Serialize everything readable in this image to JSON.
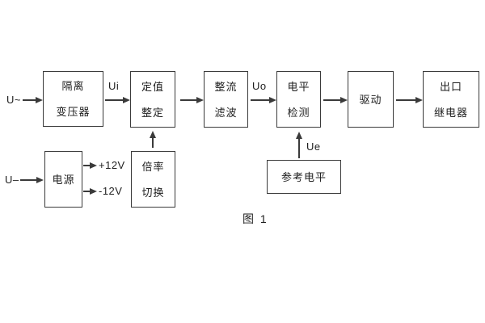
{
  "diagram": {
    "caption": "图 1",
    "blocks": {
      "isolation_transformer": {
        "line1": "隔离",
        "line2": "变压器"
      },
      "setting_adjust": {
        "line1": "定值",
        "line2": "整定"
      },
      "rectify_filter": {
        "line1": "整流",
        "line2": "滤波"
      },
      "level_detect": {
        "line1": "电平",
        "line2": "检测"
      },
      "driver": {
        "line1": "驱动"
      },
      "output_relay": {
        "line1": "出口",
        "line2": "继电器"
      },
      "power_supply": {
        "line1": "电源"
      },
      "ratio_switch": {
        "line1": "倍率",
        "line2": "切换"
      },
      "reference_level": {
        "line1": "参考电平"
      }
    },
    "signals": {
      "ac_input": "U~",
      "dc_input": "U–",
      "ui": "Ui",
      "uo": "Uo",
      "ue": "Ue",
      "plus_12v": "+12V",
      "minus_12v": "-12V"
    },
    "colors": {
      "line": "#3a3a3a",
      "text": "#1e1e1e",
      "background": "#ffffff"
    }
  }
}
